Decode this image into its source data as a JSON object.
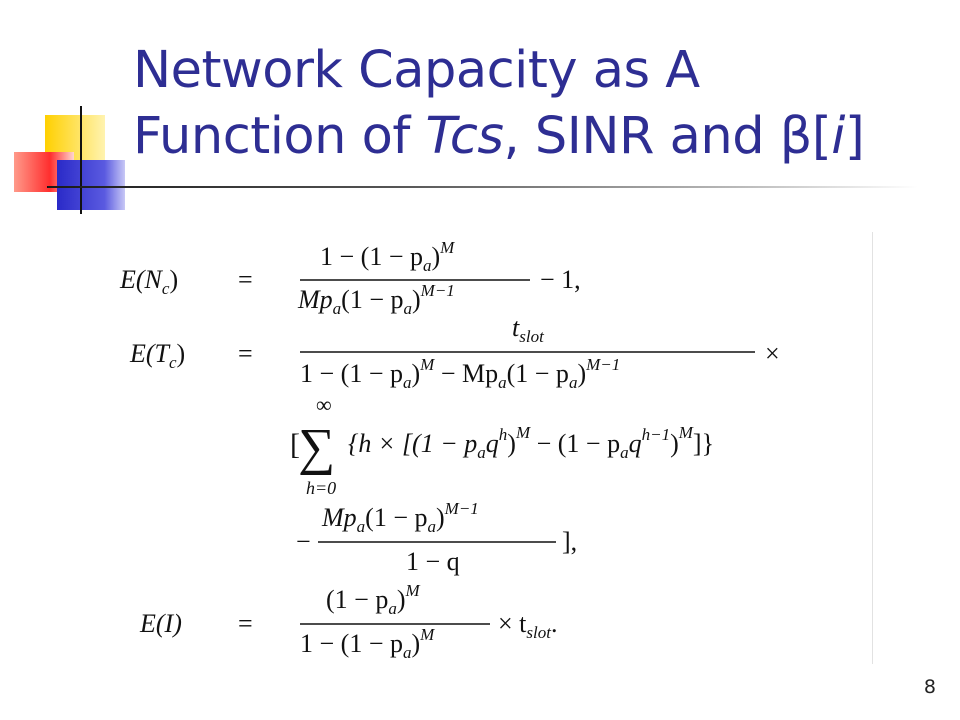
{
  "slide": {
    "title_line1": "Network Capacity as A",
    "title_line2_a": "Function of ",
    "title_line2_b": "Tcs",
    "title_line2_c": ", SINR and β[",
    "title_line2_d": "i",
    "title_line2_e": "]",
    "page_number": "8"
  },
  "colors": {
    "title": "#2e2e93",
    "accent_yellow": "#f6c600",
    "accent_blue": "#3333cc",
    "accent_red": "#ff3b3b"
  },
  "formulas": {
    "eq1": {
      "lhs": "E(N",
      "lhs_sub": "c",
      "lhs_close": ")",
      "rel": "=",
      "numerator": "1 − (1 − p",
      "numerator_sub": "a",
      "numerator_tail": ")",
      "numerator_exp": "M",
      "denominator": "Mp",
      "denominator_sub1": "a",
      "denominator_mid": "(1 − p",
      "denominator_sub2": "a",
      "denominator_tail": ")",
      "denominator_exp": "M−1",
      "trailing": "− 1,"
    },
    "eq2": {
      "lhs": "E(T",
      "lhs_sub": "c",
      "lhs_close": ")",
      "rel": "=",
      "numerator": "t",
      "numerator_sub": "slot",
      "denominator_a": "1 − (1 − p",
      "denominator_a_sub": "a",
      "denominator_a_tail": ")",
      "denominator_a_exp": "M",
      "denominator_b": " − Mp",
      "denominator_b_sub": "a",
      "denominator_b_mid": "(1 − p",
      "denominator_b_sub2": "a",
      "denominator_b_tail": ")",
      "denominator_b_exp": "M−1",
      "trailing": "×",
      "sum_open": "[",
      "sum_upper": "∞",
      "sum_lower": "h=0",
      "sum_body_a": "{h × [(1 − p",
      "sum_body_a_sub": "a",
      "sum_body_a_q": "q",
      "sum_body_a_qexp": "h",
      "sum_body_a_tail": ")",
      "sum_body_a_exp": "M",
      "sum_body_b": " − (1 − p",
      "sum_body_b_sub": "a",
      "sum_body_b_q": "q",
      "sum_body_b_qexp": "h−1",
      "sum_body_b_tail": ")",
      "sum_body_b_exp": "M",
      "sum_close": "]}",
      "frac2_sign": "−",
      "frac2_num": "Mp",
      "frac2_num_sub": "a",
      "frac2_num_mid": "(1 − p",
      "frac2_num_sub2": "a",
      "frac2_num_tail": ")",
      "frac2_num_exp": "M−1",
      "frac2_den": "1 − q",
      "frac2_trailing": "],"
    },
    "eq3": {
      "lhs": "E(I)",
      "rel": "=",
      "numerator": "(1 − p",
      "numerator_sub": "a",
      "numerator_tail": ")",
      "numerator_exp": "M",
      "denominator": "1 − (1 − p",
      "denominator_sub": "a",
      "denominator_tail": ")",
      "denominator_exp": "M",
      "trailing_times": "× t",
      "trailing_sub": "slot",
      "trailing_dot": "."
    }
  }
}
